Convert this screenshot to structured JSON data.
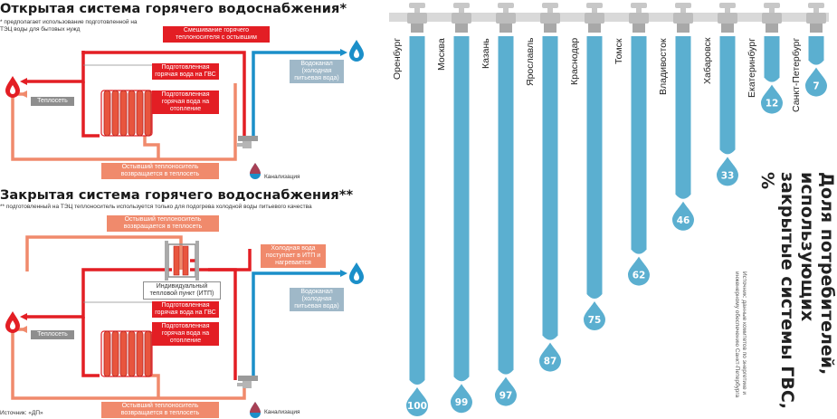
{
  "open_system": {
    "title": "Открытая система горячего водоснабжения*",
    "note": "* предполагает использование подготовленной на ТЭЦ воды для бытовых нужд",
    "labels": {
      "mixing": "Смешивание горячего теплоносителя с остывшим",
      "hot_water_gvs": "Подготовленная горячая вода на ГВС",
      "hot_water_heating": "Подготовленная горячая вода на отопление",
      "heat_network": "Теплосеть",
      "vodokanal": "Водоканал",
      "vodokanal_sub": "(холодная питьевая вода)",
      "sewage": "Канализация",
      "return": "Остывший теплоноситель возвращается в теплосеть"
    }
  },
  "closed_system": {
    "title": "Закрытая система горячего водоснабжения**",
    "note": "** подготовленный на ТЭЦ теплоноситель используется только для подогрева холодной воды питьевого качества",
    "labels": {
      "return_top": "Остывший теплоноситель возвращается в теплосеть",
      "cold_water": "Холодная вода поступает в ИТП и нагревается",
      "itp": "Индивидуальный тепловой пункт (ИТП)",
      "vodokanal": "Водоканал",
      "vodokanal_sub": "(холодная питьевая вода)",
      "hot_water_gvs": "Подготовленная горячая вода на ГВС",
      "hot_water_heating": "Подготовленная горячая вода на отопление",
      "heat_network": "Теплосеть",
      "sewage": "Канализация",
      "return_bottom": "Остывший теплоноситель возвращается в теплосеть"
    },
    "source": "Источник: «ДП»"
  },
  "chart_data": {
    "type": "bar",
    "title": "Доля потребителей, использующих закрытые системы ГВС, %",
    "source": "Источник: данные комитетов по энергетике и инженерному обеспечению Санкт-Петербурга",
    "categories": [
      "Оренбург",
      "Москва",
      "Казань",
      "Ярославль",
      "Краснодар",
      "Томск",
      "Владивосток",
      "Хабаровск",
      "Екатеринбург",
      "Санкт-Петербург"
    ],
    "values": [
      100,
      99,
      97,
      87,
      75,
      62,
      46,
      33,
      12,
      7
    ],
    "ylim": [
      0,
      100
    ]
  },
  "colors": {
    "hot": "#e31e24",
    "cool": "#f08a6c",
    "cold": "#1b8fc9",
    "bar": "#5bafd0",
    "faucet": "#c8c8c8"
  }
}
